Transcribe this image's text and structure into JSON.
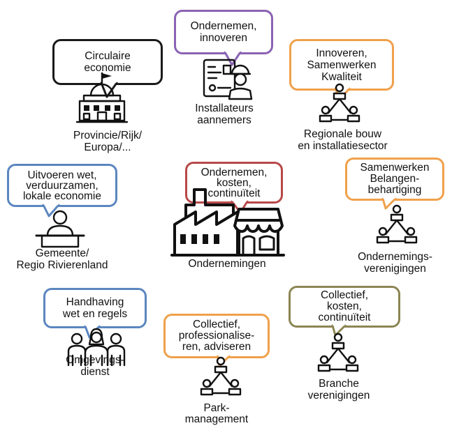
{
  "colors": {
    "black": "#1a1a1a",
    "purple": "#8a63b3",
    "orange": "#f0a04b",
    "blue": "#5b86c0",
    "red": "#b84848",
    "olive": "#8c8553"
  },
  "nodes": {
    "province": {
      "bubble": [
        "Circulaire",
        "economie"
      ],
      "label": [
        "Provincie/Rijk/",
        "Europa/..."
      ],
      "icon": "government-building-icon"
    },
    "installers": {
      "bubble": [
        "Ondernemen,",
        "innoveren"
      ],
      "label": [
        "Installateurs",
        "aannemers"
      ],
      "icon": "engineer-icon"
    },
    "regional": {
      "bubble": [
        "Innoveren,",
        "Samenwerken",
        "Kwaliteit"
      ],
      "label": [
        "Regionale bouw",
        "en installatiesector"
      ],
      "icon": "network-people-icon"
    },
    "municipality": {
      "bubble": [
        "Uitvoeren wet,",
        "verduurzamen,",
        "lokale economie"
      ],
      "label": [
        "Gemeente/",
        "Regio Rivierenland"
      ],
      "icon": "speaker-podium-icon"
    },
    "companies": {
      "bubble": [
        "Ondernemen,",
        "kosten,",
        "continuïteit"
      ],
      "label": [
        "Ondernemingen"
      ],
      "icon": "factory-shop-icon"
    },
    "associations": {
      "bubble": [
        "Samenwerken",
        "Belangen-",
        "behartiging"
      ],
      "label": [
        "Ondernemings-",
        "verenigingen"
      ],
      "icon": "network-people-icon"
    },
    "enforcement": {
      "bubble": [
        "Handhaving",
        "wet en regels"
      ],
      "label": [
        "Omgevings-",
        "dienst"
      ],
      "icon": "group-people-icon"
    },
    "park": {
      "bubble": [
        "Collectief,",
        "professionalise-",
        "ren, adviseren"
      ],
      "label": [
        "Park-",
        "management"
      ],
      "icon": "network-people-icon"
    },
    "branch": {
      "bubble": [
        "Collectief,",
        "kosten,",
        "continuïteit"
      ],
      "label": [
        "Branche",
        "verenigingen"
      ],
      "icon": "network-people-icon"
    }
  }
}
